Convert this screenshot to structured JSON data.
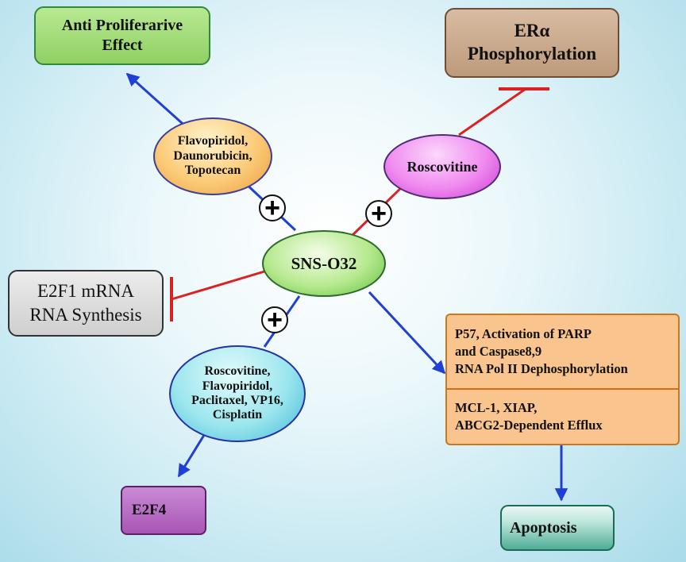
{
  "center": {
    "label": "SNS-O32"
  },
  "drugs": {
    "top_left": {
      "lines": [
        "Flavopiridol,",
        "Daunorubicin,",
        "Topotecan"
      ]
    },
    "top_right": {
      "lines": [
        "Roscovitine"
      ]
    },
    "bottom_left": {
      "lines": [
        "Roscovitine,",
        "Flavopiridol,",
        "Paclitaxel, VP16,",
        "Cisplatin"
      ]
    }
  },
  "effects": {
    "anti_proliferative": {
      "lines": [
        "Anti Proliferarive",
        "Effect"
      ]
    },
    "er_alpha": {
      "lines": [
        "ERα",
        "Phosphorylation"
      ]
    },
    "e2f1": {
      "lines": [
        "E2F1 mRNA",
        "RNA Synthesis"
      ]
    },
    "e2f4": {
      "label": "E2F4"
    },
    "mechanism_up": {
      "lines": [
        "P57, Activation of PARP",
        "and Caspase8,9",
        "RNA Pol II Dephosphorylation"
      ]
    },
    "mechanism_down": {
      "lines": [
        "MCL-1, XIAP,",
        "ABCG2-Dependent Efflux"
      ]
    },
    "apoptosis": {
      "label": "Apoptosis"
    }
  },
  "plus_symbol": "+",
  "colors": {
    "activation_arrow": "#1f3fd6",
    "inhibition_line": "#dd2020",
    "indicator_arrow": "#f2e600",
    "green_box": "#9fdc74",
    "brown_box": "#c9a98c",
    "gray_box": "#d9d9d9",
    "orange_box": "#f9c48d",
    "purple_box": "#b865c5",
    "teal_box": "#3ea590"
  }
}
